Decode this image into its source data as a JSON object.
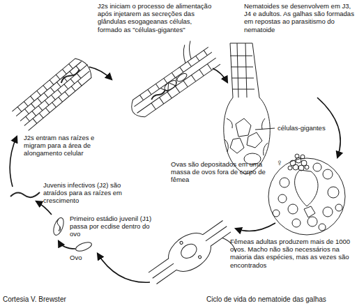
{
  "diagram": {
    "caption": "Ciclo de vida do nematoide das galhas",
    "labels": [
      "J2s iniciam o processo de alimentação após injetarem as secreções das glândulas esogageanas células, formado as \"células-gigantes\"",
      "Nematoides se desenvolvem em J3, J4 e adultos. As galhas são formadas em repostas ao parasitismo do nematoide",
      "células-gigantes",
      "Ovas são depositados em uma massa de ovos fora de corpo de fêmea",
      "♀",
      "Fêmeas adultas produzem mais de 1000 ovos. Macho não são necessários na maioria das espécies, mas as vezes são encontrados",
      "Ovo",
      "Primeiro estádio juvenil (J1) passa por ecdise dentro do ovo",
      "Juvenis infectivos (J2) são atraídos para as raízes em crescimento",
      "J2s entram nas raízes e migram para a área de alongamento celular",
      "Cortesia V. Brewster"
    ]
  }
}
